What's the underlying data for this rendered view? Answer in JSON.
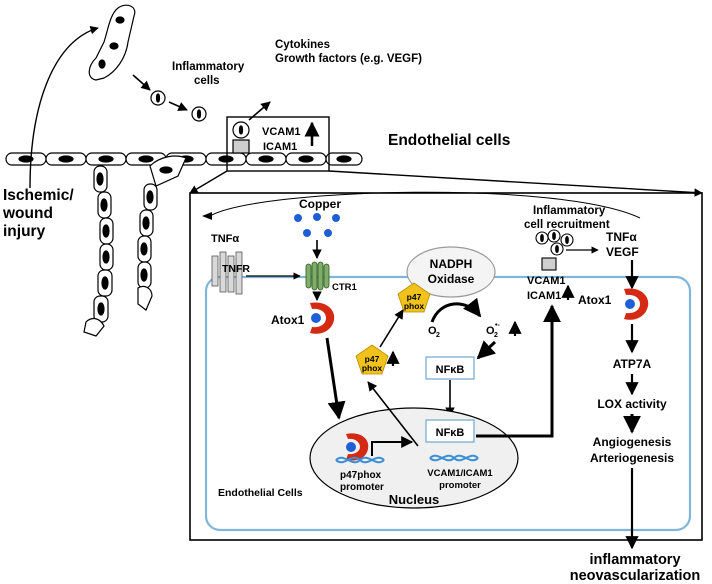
{
  "labels": {
    "inflammatory_cells": "Inflammatory",
    "inflammatory_cells_2": "cells",
    "cytokines": "Cytokines",
    "growth_factors": "Growth factors (e.g. VEGF)",
    "vcam1_top": "VCAM1",
    "icam1_top": "ICAM1",
    "endothelial_cells": "Endothelial cells",
    "injury_1": "Ischemic/",
    "injury_2": "wound",
    "injury_3": "injury",
    "copper": "Copper",
    "tnfa_left": "TNFα",
    "tnfr": "TNFR",
    "ctr1": "CTR1",
    "atox1_left": "Atox1",
    "nadph_1": "NADPH",
    "nadph_2": "Oxidase",
    "p47_1": "p47",
    "p47_2": "phox",
    "o2": "O",
    "o2_sub": "2",
    "o2rad": "O",
    "o2rad_sub": "2",
    "o2rad_sup": "•-",
    "nfkb_upper": "NFκB",
    "nfkb_lower": "NFκB",
    "recruit_1": "Inflammatory",
    "recruit_2": "cell recruitment",
    "vcam1_mid": "VCAM1",
    "icam1_mid": "ICAM1",
    "tnfa_right": "TNFα",
    "vegf_right": "VEGF",
    "atox1_right": "Atox1",
    "atp7a": "ATP7A",
    "lox": "LOX activity",
    "angio": "Angiogenesis",
    "arterio": "Arteriogenesis",
    "promoter_p47_1": "p47phox",
    "promoter_p47_2": "promoter",
    "promoter_vcam_1": "VCAM1/ICAM1",
    "promoter_vcam_2": "promoter",
    "endothelial_cells_inner": "Endothelial Cells",
    "nucleus": "Nucleus",
    "outcome_1": "inflammatory",
    "outcome_2": "neovascularization"
  },
  "colors": {
    "atox1_red": "#d42a14",
    "copper_blue": "#1f5fd6",
    "p47_yellow": "#f2c21b",
    "membrane_blue": "#7fb6d9",
    "ctr1_green": "#7fae6a",
    "dna_blue": "#3a8fd6"
  }
}
